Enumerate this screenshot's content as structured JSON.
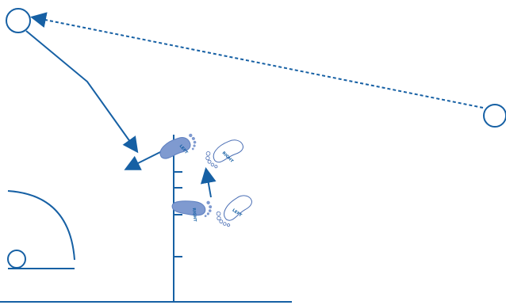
{
  "diagram": {
    "colors": {
      "line": "#1660a4",
      "foot_fill": "#7f9ad0",
      "foot_outline": "#4b6fb5",
      "background": "#ffffff"
    },
    "players": [
      {
        "id": "player-top-left",
        "shape": "circle"
      },
      {
        "id": "player-right",
        "shape": "circle"
      },
      {
        "id": "player-bottom-left",
        "shape": "circle"
      }
    ],
    "footprints": [
      {
        "id": "footprint-top-filled",
        "label": "LEFT",
        "style": "filled"
      },
      {
        "id": "footprint-top-outline",
        "label": "RIGHT",
        "style": "outline"
      },
      {
        "id": "footprint-bottom-filled",
        "label": "RIGHT",
        "style": "filled"
      },
      {
        "id": "footprint-bottom-outline",
        "label": "LEFT",
        "style": "outline"
      }
    ],
    "arrows": [
      {
        "id": "pass-path",
        "style": "dashed"
      },
      {
        "id": "cut-path",
        "style": "solid"
      },
      {
        "id": "pivot-arrow",
        "style": "solid"
      },
      {
        "id": "step-arrow",
        "style": "solid"
      }
    ]
  }
}
